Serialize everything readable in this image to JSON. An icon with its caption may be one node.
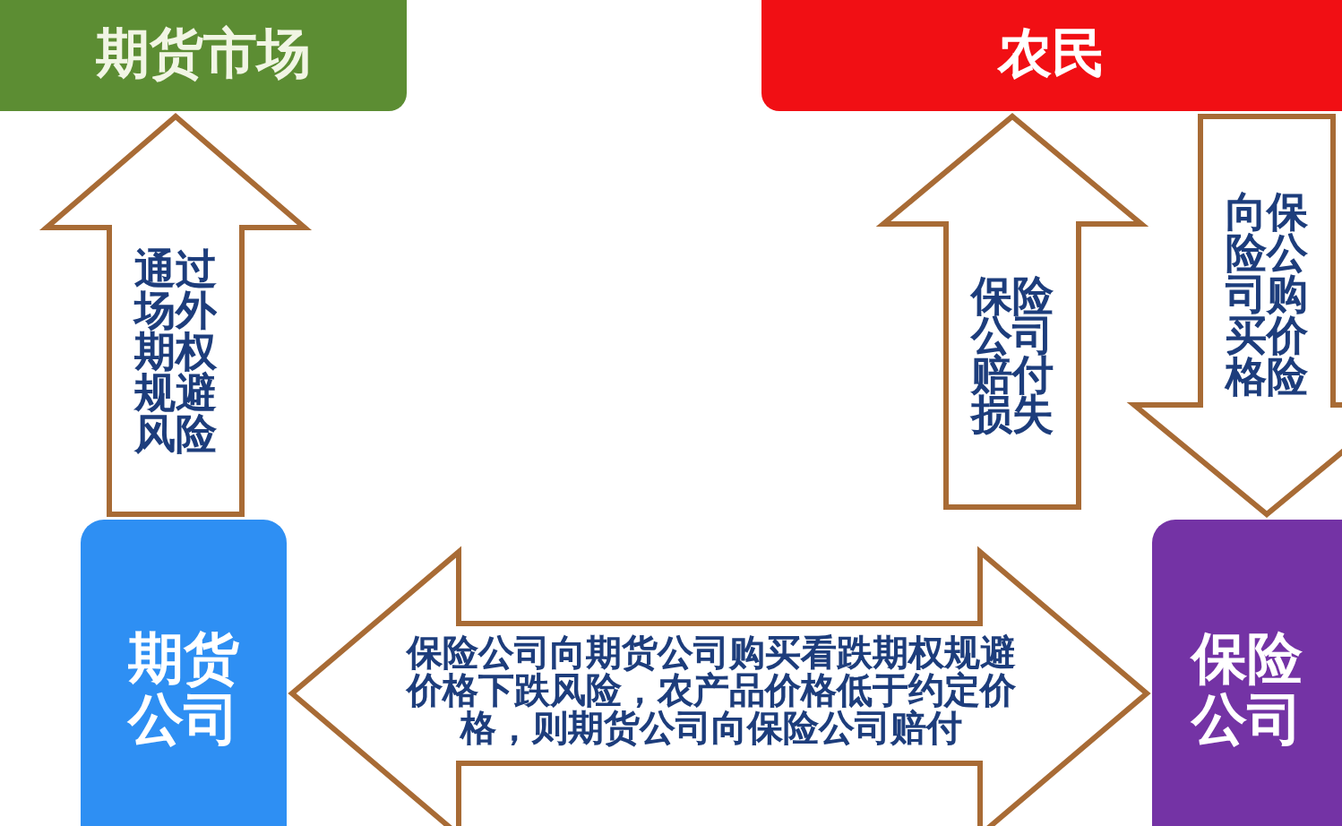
{
  "diagram": {
    "nodes": [
      {
        "text": [
          "期货市场"
        ]
      },
      {
        "text": [
          "农民"
        ]
      },
      {
        "text": [
          "期货公司"
        ]
      },
      {
        "text": [
          "保险公司"
        ]
      }
    ],
    "edges": [
      {
        "from": 2,
        "to": 0,
        "arrow": "to",
        "label": "通过场外期权规避风险"
      },
      {
        "from": null,
        "to": 1,
        "arrow": "to",
        "label": "保险公司赔付损失"
      },
      {
        "from": 1,
        "to": 3,
        "arrow": "to",
        "label": "向保险公司购买价格险"
      },
      {
        "from": 2,
        "to": 3,
        "arrow": "both",
        "label": "保险公司向期货公司购买看跌期权规避价格下跌风险，农产品价格低于约定价格，则期货公司向保险公司赔付"
      }
    ]
  }
}
